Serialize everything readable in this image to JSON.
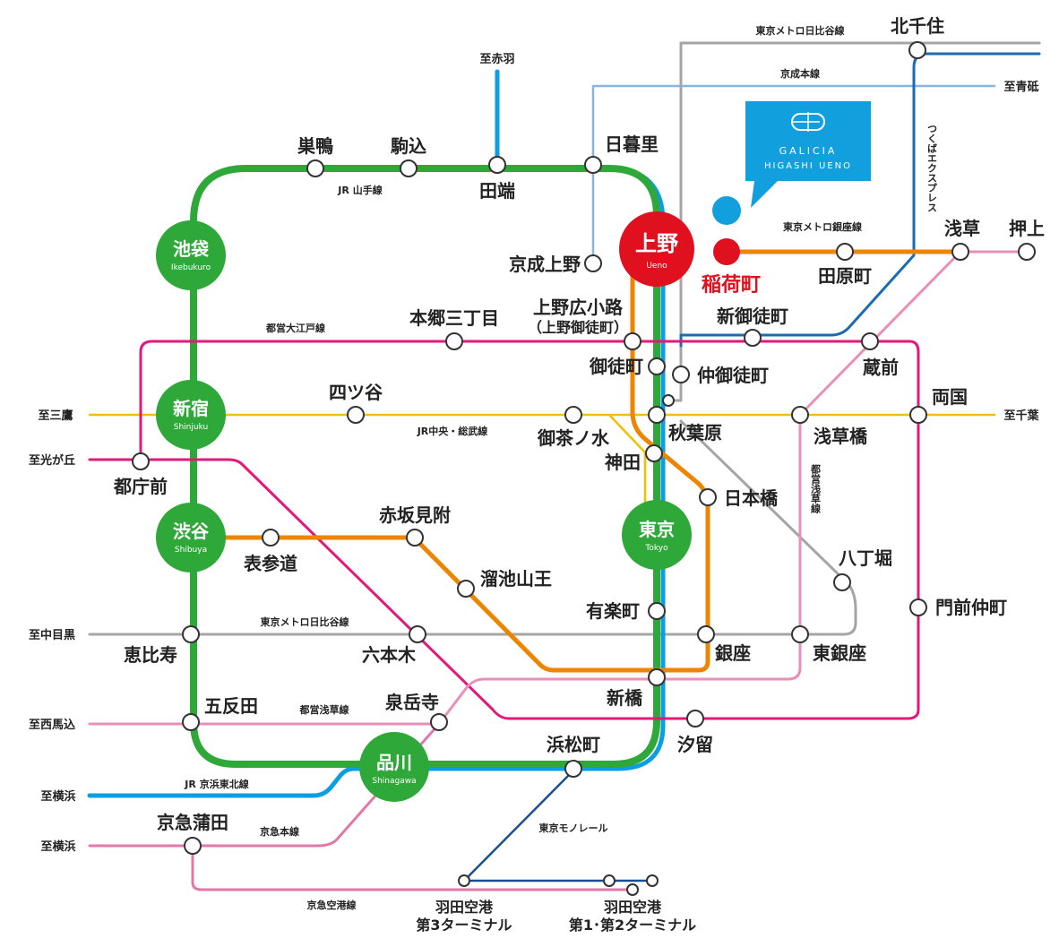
{
  "colors": {
    "yamanote": "#2fa83a",
    "keihin_tohoku": "#0b9ee0",
    "hibiya": "#a5a5a5",
    "keisei": "#88b6dd",
    "tsukuba": "#1a6bb0",
    "ginza": "#ee8500",
    "oedo": "#e2197a",
    "chuo_sobu": "#f1c000",
    "asakusa": "#ea8fb8",
    "keikyu": "#e377a9",
    "monorail": "#1b4f93",
    "ueno_hub": "#e0101e",
    "inaricho": "#e0101e",
    "brand": "#119fde"
  },
  "lines": {
    "yamanote": "JR 山手線",
    "keihin_tohoku": "JR 京浜東北線",
    "hibiya_north": "東京メトロ日比谷線",
    "hibiya_south": "東京メトロ日比谷線",
    "keisei": "京成本線",
    "tsukuba": "つくばエクスプレス",
    "ginza": "東京メトロ銀座線",
    "oedo": "都営大江戸線",
    "chuo_sobu": "JR中央・総武線",
    "asakusa_vertical": "都営浅草線",
    "asakusa_west": "都営浅草線",
    "keikyu": "京急本線",
    "keikyu_airport": "京急空港線",
    "monorail": "東京モノレール"
  },
  "destinations": {
    "akabane": "至赤羽",
    "aoto": "至青砥",
    "mitaka": "至三鷹",
    "chiba": "至千葉",
    "hikarigaoka": "至光が丘",
    "nakameguro": "至中目黒",
    "nishimagome": "至西馬込",
    "yokohama_jr": "至横浜",
    "yokohama_keikyu": "至横浜"
  },
  "hubs": {
    "ikebukuro": {
      "name": "池袋",
      "roman": "Ikebukuro"
    },
    "shinjuku": {
      "name": "新宿",
      "roman": "Shinjuku"
    },
    "shibuya": {
      "name": "渋谷",
      "roman": "Shibuya"
    },
    "shinagawa": {
      "name": "品川",
      "roman": "Shinagawa"
    },
    "tokyo": {
      "name": "東京",
      "roman": "Tokyo"
    },
    "ueno": {
      "name": "上野",
      "roman": "Ueno"
    }
  },
  "stations": {
    "kitasenju": "北千住",
    "sugamo": "巣鴨",
    "komagome": "駒込",
    "tabata": "田端",
    "nippori": "日暮里",
    "keisei_ueno": "京成上野",
    "inaricho": "稲荷町",
    "tawaramachi": "田原町",
    "asakusa": "浅草",
    "oshiage": "押上",
    "hongo": "本郷三丁目",
    "ueno_hirokoji": "上野広小路",
    "ueno_okachimachi": "（上野御徒町）",
    "shin_okachimachi": "新御徒町",
    "okachimachi": "御徒町",
    "naka_okachimachi": "仲御徒町",
    "kuramae": "蔵前",
    "yotsuya": "四ツ谷",
    "ochanomizu": "御茶ノ水",
    "akihabara": "秋葉原",
    "asakusabashi": "浅草橋",
    "ryogoku": "両国",
    "tochomae": "都庁前",
    "kanda": "神田",
    "nihonbashi": "日本橋",
    "akasaka_mitsuke": "赤坂見附",
    "omotesando": "表参道",
    "tameike_sanno": "溜池山王",
    "hatchobori": "八丁堀",
    "monzen_nakacho": "門前仲町",
    "yurakucho": "有楽町",
    "ebisu": "恵比寿",
    "roppongi": "六本木",
    "ginza": "銀座",
    "higashi_ginza": "東銀座",
    "shimbashi": "新橋",
    "gotanda": "五反田",
    "sengakuji": "泉岳寺",
    "shiodome": "汐留",
    "hamamatsucho": "浜松町",
    "keikyu_kamata": "京急蒲田",
    "haneda_t3_a": "羽田空港",
    "haneda_t3_b": "第3ターミナル",
    "haneda_t12_a": "羽田空港",
    "haneda_t12_b": "第1･第2ターミナル"
  },
  "brand": {
    "line1": "GALICIA",
    "line2": "HIGASHI UENO",
    "logo_icon": "building-logo-icon"
  }
}
